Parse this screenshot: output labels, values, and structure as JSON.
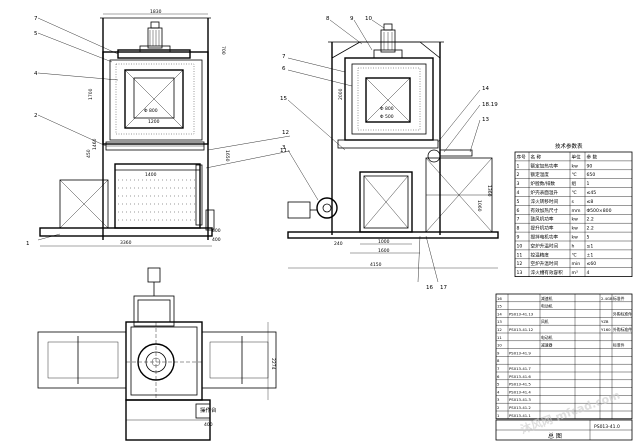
{
  "front_view": {
    "callouts": [
      "7",
      "5",
      "4",
      "3",
      "2",
      "1",
      "12"
    ],
    "dims": {
      "top_width": "1830",
      "top_right": "700",
      "height_left": "1700",
      "inner_d": "Φ 800",
      "inner_w": "1200",
      "right_h": "1650",
      "left_mid": "450",
      "tank_h": "1400",
      "base_w": "3360",
      "base_r1": "600",
      "base_r2": "400",
      "left_low": "1460"
    }
  },
  "side_view": {
    "callouts": [
      "7",
      "6",
      "8",
      "10",
      "9",
      "14",
      "15",
      "11",
      "18.19",
      "13",
      "16",
      "17"
    ],
    "dims": {
      "d1": "Φ 800",
      "d2": "Φ 500",
      "h1": "2000",
      "w1": "1000",
      "w2": "1600",
      "total": "4150",
      "left_s": "240",
      "right_h": "1360",
      "mid_h": "1060"
    }
  },
  "plan_view": {
    "dims": {
      "right_h": "2274",
      "bottom_w": "400"
    },
    "label": "操作台"
  },
  "tech_table": {
    "title": "技术参数表",
    "headers": [
      "序号",
      "名    称",
      "单位",
      "参    数"
    ],
    "rows": [
      [
        "1",
        "额定加热功率",
        "kw",
        "90"
      ],
      [
        "2",
        "额定温度",
        "℃",
        "650"
      ],
      [
        "3",
        "炉膛数/排数",
        "组",
        "1"
      ],
      [
        "4",
        "炉壳表面温升",
        "℃",
        "≤45"
      ],
      [
        "5",
        "淬火转移时间",
        "s",
        "≤8"
      ],
      [
        "6",
        "有效加热尺寸",
        "mm",
        "Φ500×800"
      ],
      [
        "7",
        "鼓风机功率",
        "kw",
        "2.2"
      ],
      [
        "8",
        "提升机功率",
        "kw",
        "2.2"
      ],
      [
        "9",
        "搅拌电机功率",
        "kw",
        "5"
      ],
      [
        "10",
        "空炉升温时间",
        "h",
        "≤1"
      ],
      [
        "11",
        "控温精度",
        "℃",
        "±1"
      ],
      [
        "12",
        "空炉升温时间",
        "min",
        "≤60"
      ],
      [
        "13",
        "淬火槽有效容积",
        "m³",
        "4"
      ]
    ]
  },
  "bom": {
    "rows": [
      [
        "16",
        "",
        "减速机",
        "",
        "2.4GB",
        "",
        "",
        ""
      ],
      [
        "15",
        "",
        "电动机",
        "",
        "",
        "",
        "",
        ""
      ],
      [
        "14",
        "PS013-41.13",
        "",
        "",
        "",
        "",
        "",
        ""
      ],
      [
        "13",
        "",
        "风机",
        "",
        "YZB",
        "",
        "",
        ""
      ],
      [
        "12",
        "PS013-41.12",
        "",
        "",
        "Y160",
        "",
        "",
        "",
        ""
      ],
      [
        "11",
        "",
        "电动机",
        "",
        "",
        "",
        "",
        ""
      ],
      [
        "10",
        "",
        "减速器",
        "",
        "",
        "",
        "",
        ""
      ],
      [
        "9",
        "PS013-41.9",
        "",
        "",
        "",
        "",
        "",
        ""
      ],
      [
        "8",
        "",
        "",
        "",
        "",
        "",
        "",
        ""
      ],
      [
        "7",
        "PS013-41.7",
        "",
        "",
        "",
        "",
        "",
        ""
      ],
      [
        "6",
        "PS013-41.6",
        "",
        "",
        "",
        "",
        "",
        ""
      ],
      [
        "5",
        "PS013-41.5",
        "",
        "",
        "",
        "",
        "",
        ""
      ],
      [
        "4",
        "PS013-41.4",
        "",
        "",
        "",
        "",
        "",
        ""
      ],
      [
        "3",
        "PS013-41.3",
        "",
        "",
        "",
        "",
        "",
        ""
      ],
      [
        "2",
        "PS013-41.2",
        "",
        "",
        "",
        "",
        "",
        ""
      ],
      [
        "1",
        "PS013-41.1",
        "",
        "",
        "",
        "",
        "",
        ""
      ]
    ],
    "right_notes": [
      "标准件",
      "外购标准件",
      "外购标准件",
      "标准件"
    ],
    "footer": "PS013-41.0",
    "footer_label": "总 图"
  },
  "watermark": "沐风网 mfcad.com",
  "colors": {
    "line": "#000000",
    "bg": "#ffffff"
  }
}
